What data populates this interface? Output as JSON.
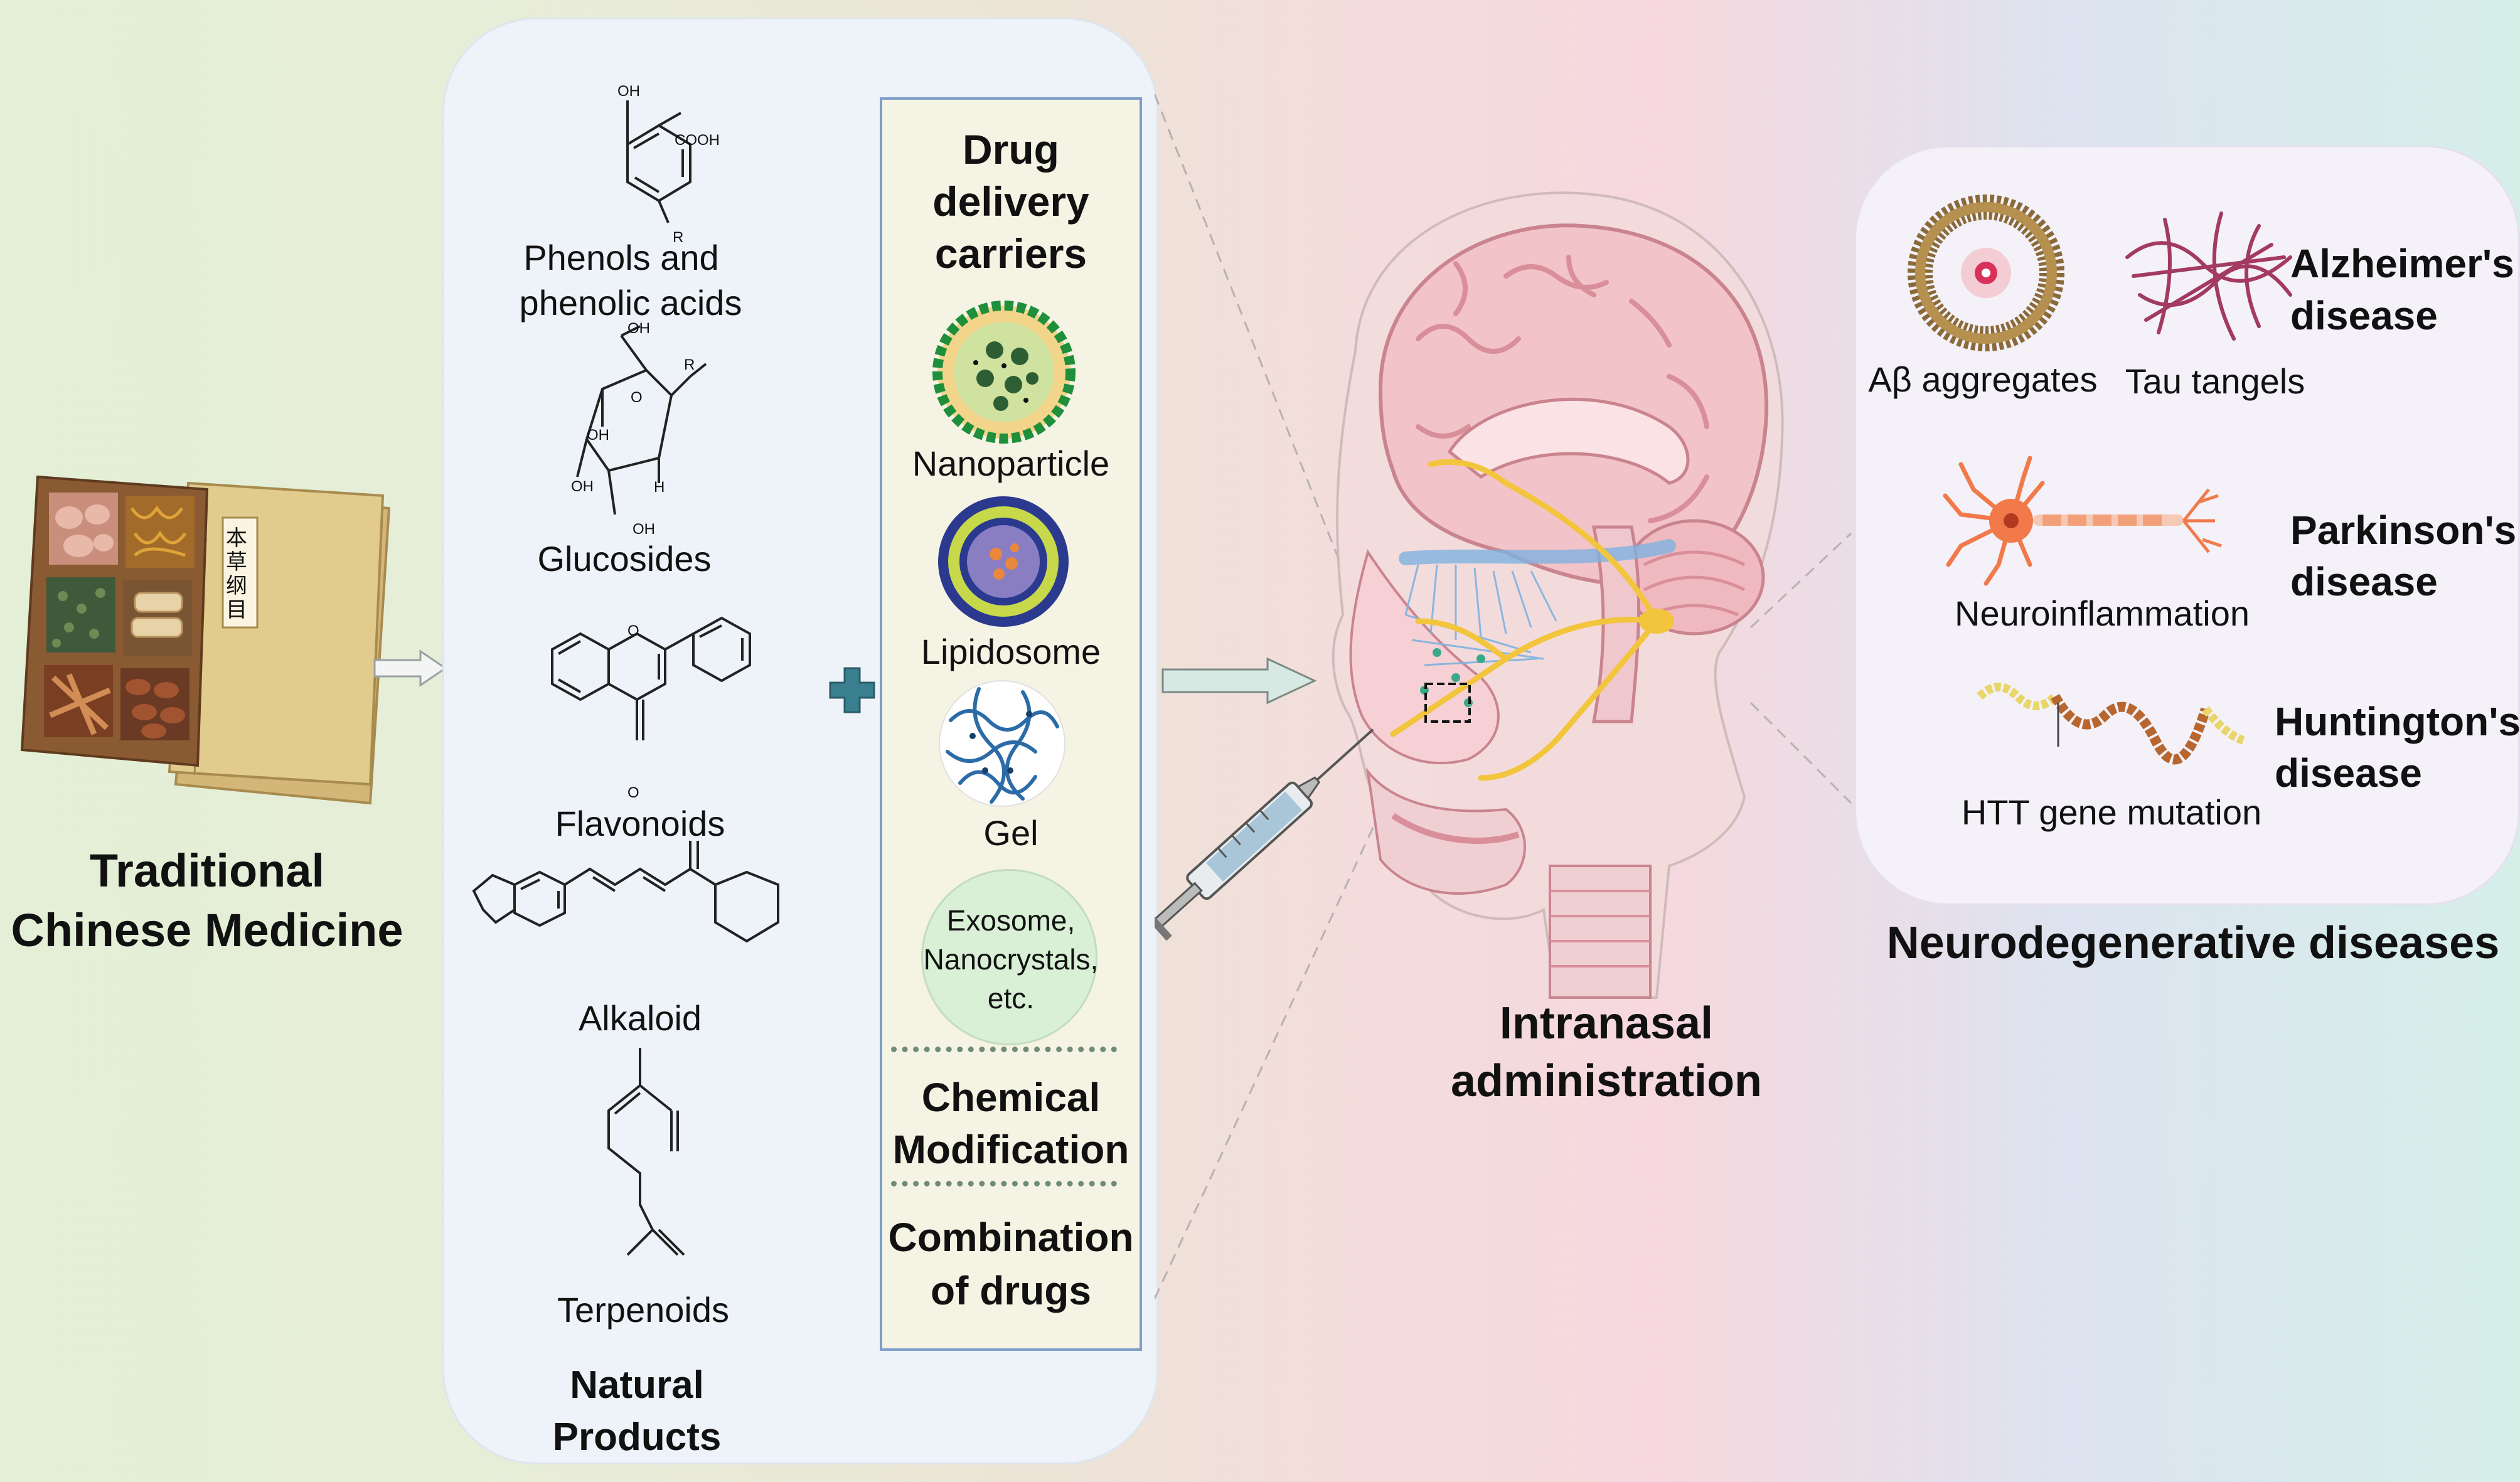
{
  "tcm": {
    "book_chars": [
      "本",
      "草",
      "纲",
      "目"
    ],
    "title_line1": "Traditional",
    "title_line2": "Chinese Medicine"
  },
  "natural_products": {
    "compounds": [
      {
        "label_line1": "Phenols and",
        "label_line2": "phenolic acids",
        "atoms": [
          "OH",
          "COOH",
          "R"
        ]
      },
      {
        "label": "Glucosides",
        "atoms": [
          "OH",
          "R",
          "O",
          "OH",
          "OH",
          "OH",
          "H"
        ]
      },
      {
        "label": "Flavonoids",
        "atoms": [
          "O"
        ]
      },
      {
        "label": "Alkaloid"
      },
      {
        "label": "Terpenoids"
      }
    ],
    "title_line1": "Natural",
    "title_line2": "Products"
  },
  "drug_delivery": {
    "title_line1": "Drug",
    "title_line2": "delivery",
    "title_line3": "carriers",
    "carriers": [
      "Nanoparticle",
      "Lipidosome",
      "Gel"
    ],
    "other_line1": "Exosome,",
    "other_line2": "Nanocrystals,",
    "other_line3": "etc.",
    "chem_mod_line1": "Chemical",
    "chem_mod_line2": "Modification",
    "combo_line1": "Combination",
    "combo_line2": "of drugs"
  },
  "intranasal": {
    "label_line1": "Intranasal",
    "label_line2": "administration"
  },
  "diseases": {
    "alzheimers_line1": "Alzheimer's",
    "alzheimers_line2": "disease",
    "abeta": "Aβ aggregates",
    "tau": "Tau tangels",
    "parkinsons_line1": "Parkinson's",
    "parkinsons_line2": "disease",
    "neuroinflammation": "Neuroinflammation",
    "huntingtons_line1": "Huntington's",
    "huntingtons_line2": "disease",
    "htt": "HTT gene mutation",
    "title": "Neurodegenerative diseases"
  },
  "colors": {
    "nanoparticle_outer": "#1f8f3c",
    "nanoparticle_core": "#f2d58a",
    "lipidosome_outer": "#2b3a8f",
    "gel_fiber": "#2b6ca8",
    "exosome_fill": "#d9f0d6",
    "brain_pink": "#f2c3c8",
    "nerve_yellow": "#f2c53d",
    "nerve_blue": "#7fb2e0",
    "arrow_fill": "#d8e9e4"
  }
}
